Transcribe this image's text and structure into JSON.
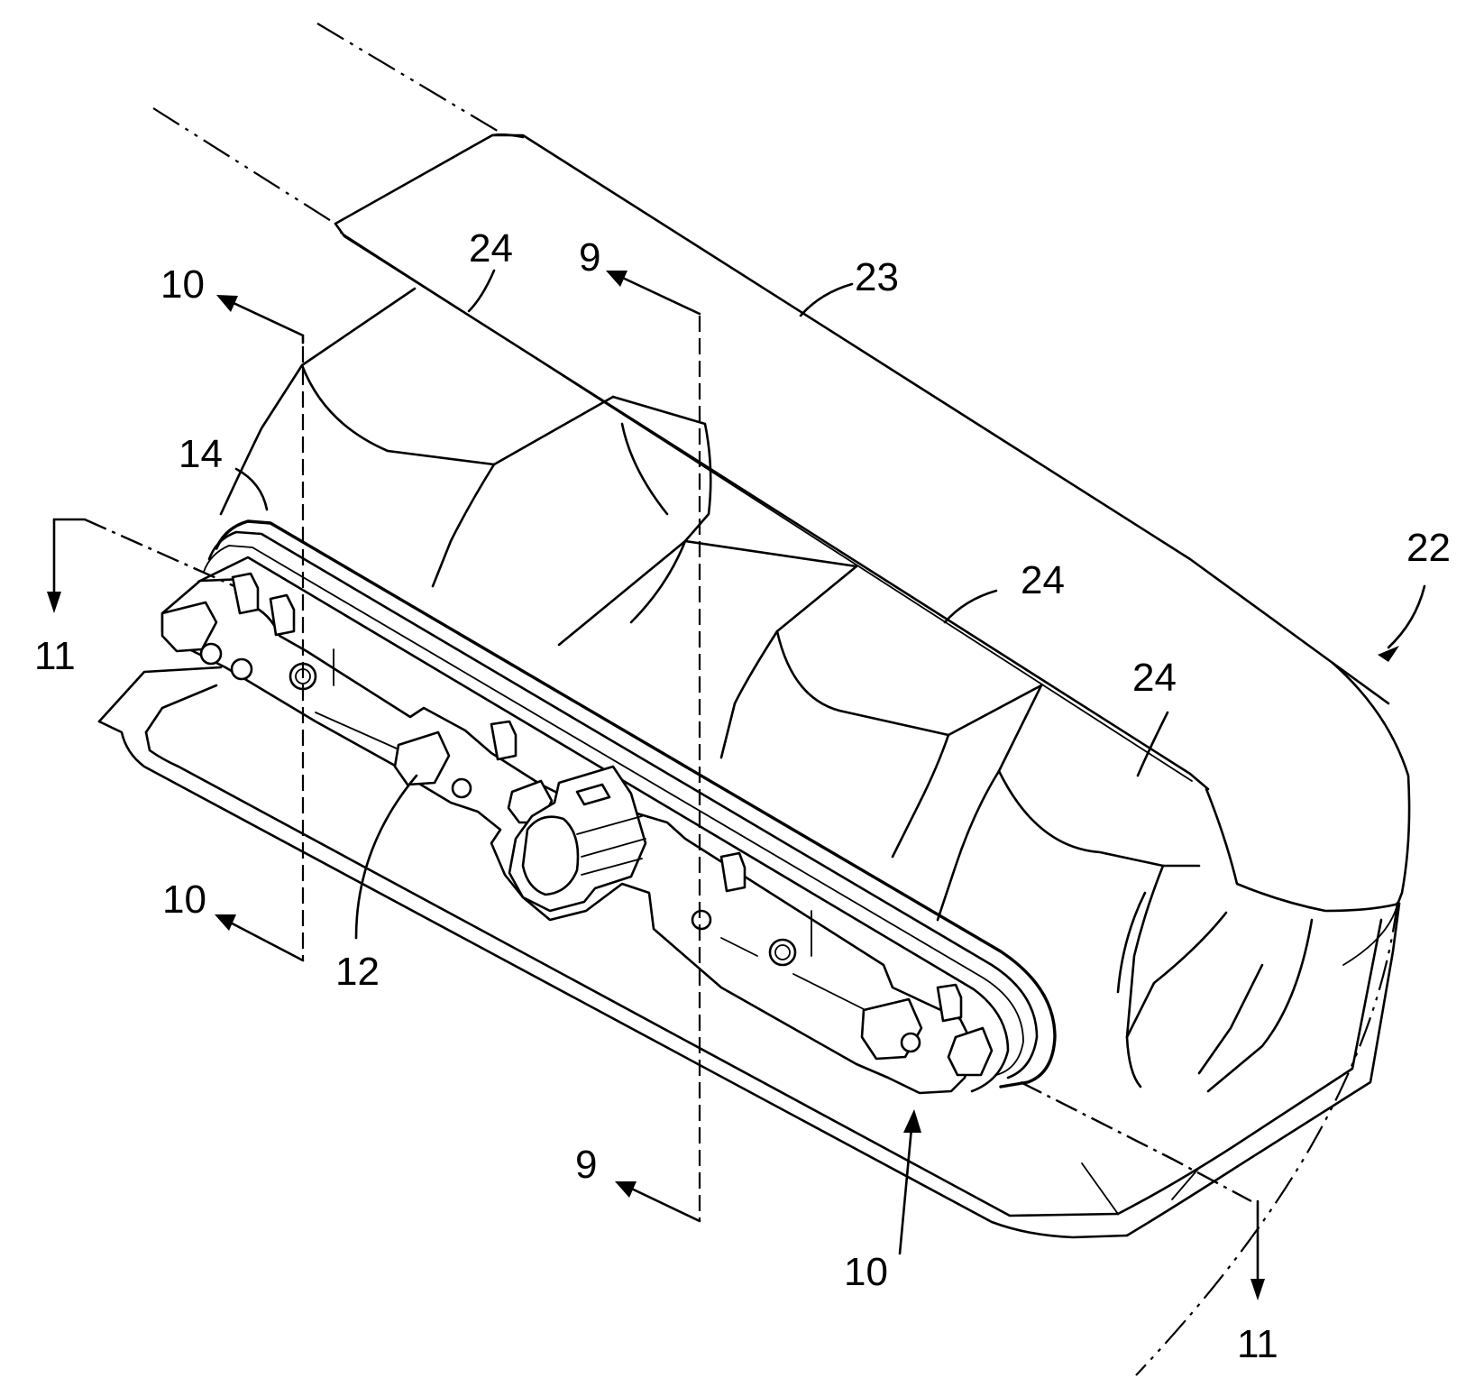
{
  "figure": {
    "reference_numerals": {
      "housing": "22",
      "top_surface": "23",
      "cushion_upper_left": "24",
      "cushion_upper_right": "24",
      "cushion_right": "24",
      "module_overall": "10",
      "module_base": "12",
      "module_cover": "14"
    },
    "section_marks": {
      "ten_top": "10",
      "ten_bottom": "10",
      "nine_top": "9",
      "nine_bottom": "9",
      "eleven_left": "11",
      "eleven_right": "11"
    }
  }
}
